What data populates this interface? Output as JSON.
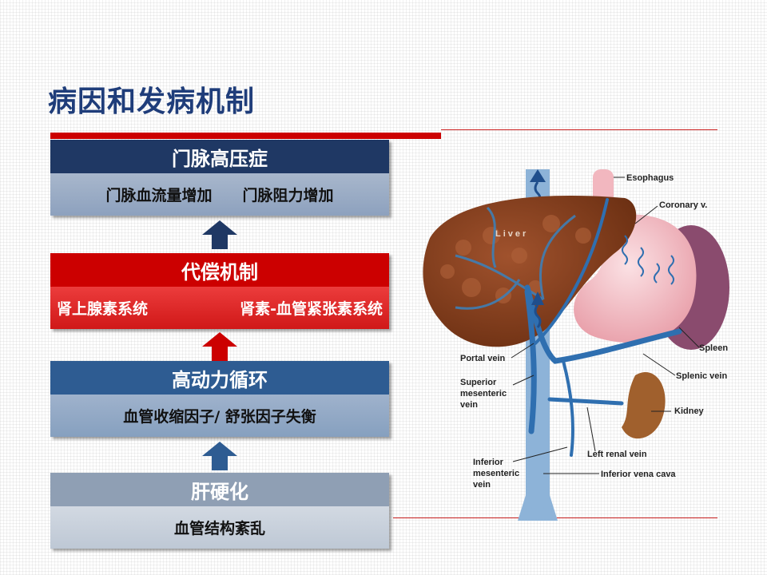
{
  "title": "病因和发病机制",
  "boxes": {
    "portal_hypertension": {
      "title": "门脉高压症",
      "left": "门脉血流量增加",
      "right": "门脉阻力增加"
    },
    "compensation": {
      "title": "代偿机制",
      "left": "肾上腺素系统",
      "right": "肾素-血管紧张素系统"
    },
    "hyperdynamic": {
      "title": "高动力循环",
      "body": "血管收缩因子/ 舒张因子失衡"
    },
    "cirrhosis": {
      "title": "肝硬化",
      "body": "血管结构紊乱"
    }
  },
  "anatomy_labels": {
    "liver": "Liver",
    "esophagus": "Esophagus",
    "coronary": "Coronary v.",
    "spleen": "Spleen",
    "portal_vein": "Portal vein",
    "splenic_vein": "Splenic vein",
    "superior_mesenteric_1": "Superior",
    "superior_mesenteric_2": "mesenteric",
    "superior_mesenteric_3": "vein",
    "kidney": "Kidney",
    "left_renal_vein": "Left renal vein",
    "inferior_mesenteric_1": "Inferior",
    "inferior_mesenteric_2": "mesenteric",
    "inferior_mesenteric_3": "vein",
    "ivc": "Inferior  vena cava"
  },
  "colors": {
    "title": "#1f3d7a",
    "navy": "#1f3864",
    "red": "#cc0000",
    "blue": "#2e5c92",
    "gray": "#8f9fb4"
  }
}
